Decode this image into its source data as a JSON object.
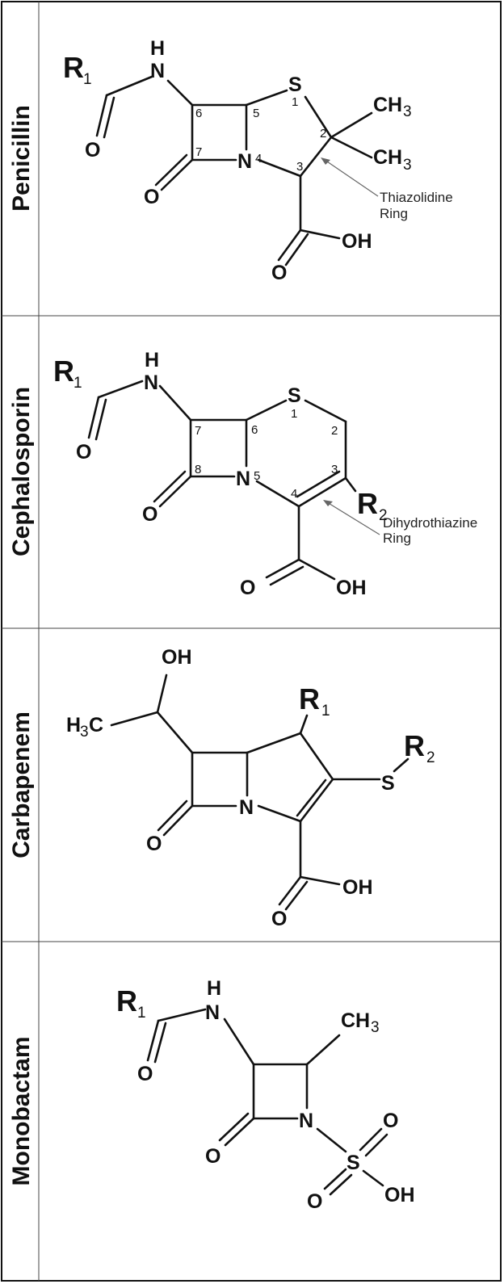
{
  "panels": [
    {
      "name": "Penicillin",
      "atoms": {
        "r1": "R",
        "r1_sub": "1",
        "h": "H",
        "n_amide": "N",
        "o_amide": "O",
        "o_lactam": "O",
        "n_ring": "N",
        "s": "S",
        "ch3_a": "CH",
        "ch3_a_sub": "3",
        "ch3_b": "CH",
        "ch3_b_sub": "3",
        "oh": "OH",
        "o_acid": "O"
      },
      "numbers": {
        "n1": "1",
        "n2": "2",
        "n3": "3",
        "n4": "4",
        "n5": "5",
        "n6": "6",
        "n7": "7"
      },
      "annotation": {
        "line1": "Thiazolidine",
        "line2": "Ring"
      }
    },
    {
      "name": "Cephalosporin",
      "atoms": {
        "r1": "R",
        "r1_sub": "1",
        "h": "H",
        "n_amide": "N",
        "o_amide": "O",
        "o_lactam": "O",
        "n_ring": "N",
        "s": "S",
        "r2": "R",
        "r2_sub": "2",
        "oh": "OH",
        "o_acid": "O"
      },
      "numbers": {
        "n1": "1",
        "n2": "2",
        "n3": "3",
        "n4": "4",
        "n5": "5",
        "n6": "6",
        "n7": "7",
        "n8": "8"
      },
      "annotation": {
        "line1": "Dihydrothiazine",
        "line2": "Ring"
      }
    },
    {
      "name": "Carbapenem",
      "atoms": {
        "oh_top": "OH",
        "h3c": "H",
        "h3c_sub": "3",
        "h3c_c": "C",
        "r1": "R",
        "r1_sub": "1",
        "s": "S",
        "r2": "R",
        "r2_sub": "2",
        "n_ring": "N",
        "o_lactam": "O",
        "oh": "OH",
        "o_acid": "O"
      }
    },
    {
      "name": "Monobactam",
      "atoms": {
        "r1": "R",
        "r1_sub": "1",
        "h": "H",
        "n_amide": "N",
        "o_amide": "O",
        "ch3": "CH",
        "ch3_sub": "3",
        "n_ring": "N",
        "o_lactam": "O",
        "s": "S",
        "o_s1": "O",
        "o_s2": "O",
        "oh": "OH"
      }
    }
  ]
}
